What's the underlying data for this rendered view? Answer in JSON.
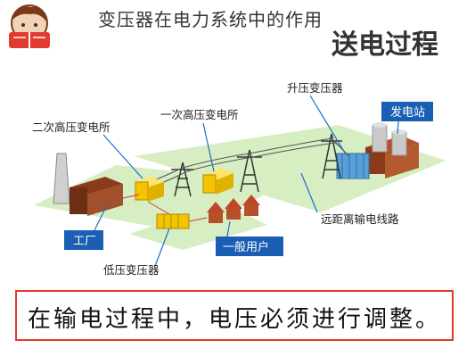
{
  "page_title": "变压器在电力系统中的作用",
  "diagram": {
    "heading": "送电过程",
    "labels": {
      "power_station": "发电站",
      "step_up_transformer": "升压变压器",
      "primary_substation": "一次高压变电所",
      "secondary_substation": "二次高压变电所",
      "long_distance_line": "远距离输电线路",
      "factory": "工厂",
      "household": "一般用户",
      "step_down_transformer": "低压变压器"
    },
    "caption": "在输电过程中，电压必须进行调整。"
  },
  "colors": {
    "ground": "#d6eec2",
    "label_box": "#1a5fb4",
    "caption_border": "#e33a2e",
    "transformer": "#f4c400",
    "pointer_line": "#1a6fd0"
  }
}
